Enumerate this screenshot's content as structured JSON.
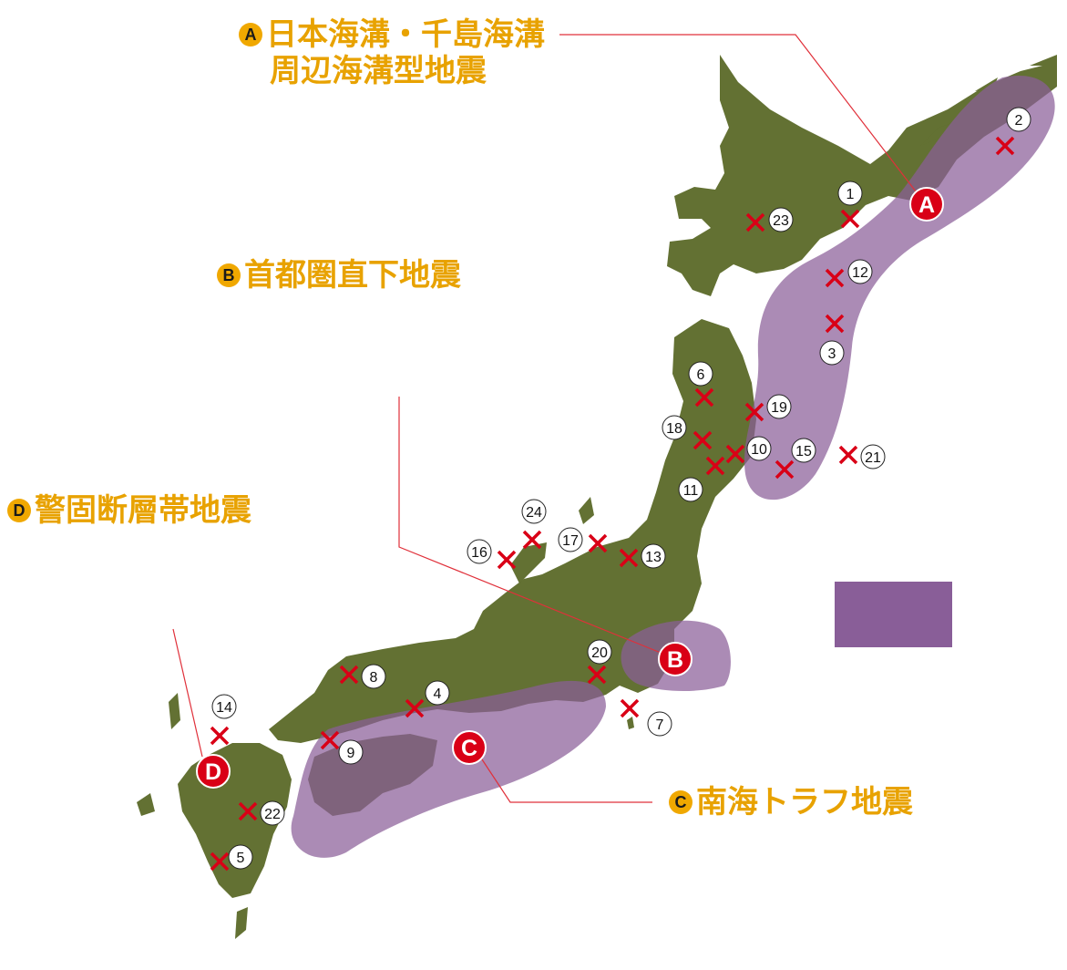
{
  "labels": {
    "A": {
      "badge": "A",
      "line1": "日本海溝・千島海溝",
      "line2": "周辺海溝型地震"
    },
    "B": {
      "badge": "B",
      "line1": "首都圏直下地震"
    },
    "C": {
      "badge": "C",
      "line1": "南海トラフ地震"
    },
    "D": {
      "badge": "D",
      "line1": "警固断層帯地震"
    }
  },
  "zone_markers": [
    "A",
    "B",
    "C",
    "D"
  ],
  "epicenter_numbers": [
    "1",
    "2",
    "3",
    "4",
    "5",
    "6",
    "7",
    "8",
    "9",
    "10",
    "11",
    "12",
    "13",
    "14",
    "15",
    "16",
    "17",
    "18",
    "19",
    "20",
    "21",
    "22",
    "23",
    "24"
  ],
  "colors": {
    "land": "#637133",
    "zone": "#a98ab8",
    "zone_dark": "#8a5e99",
    "marker_red": "#d90016",
    "label_yellow": "#e8a200",
    "leader_line": "#e0303a"
  }
}
